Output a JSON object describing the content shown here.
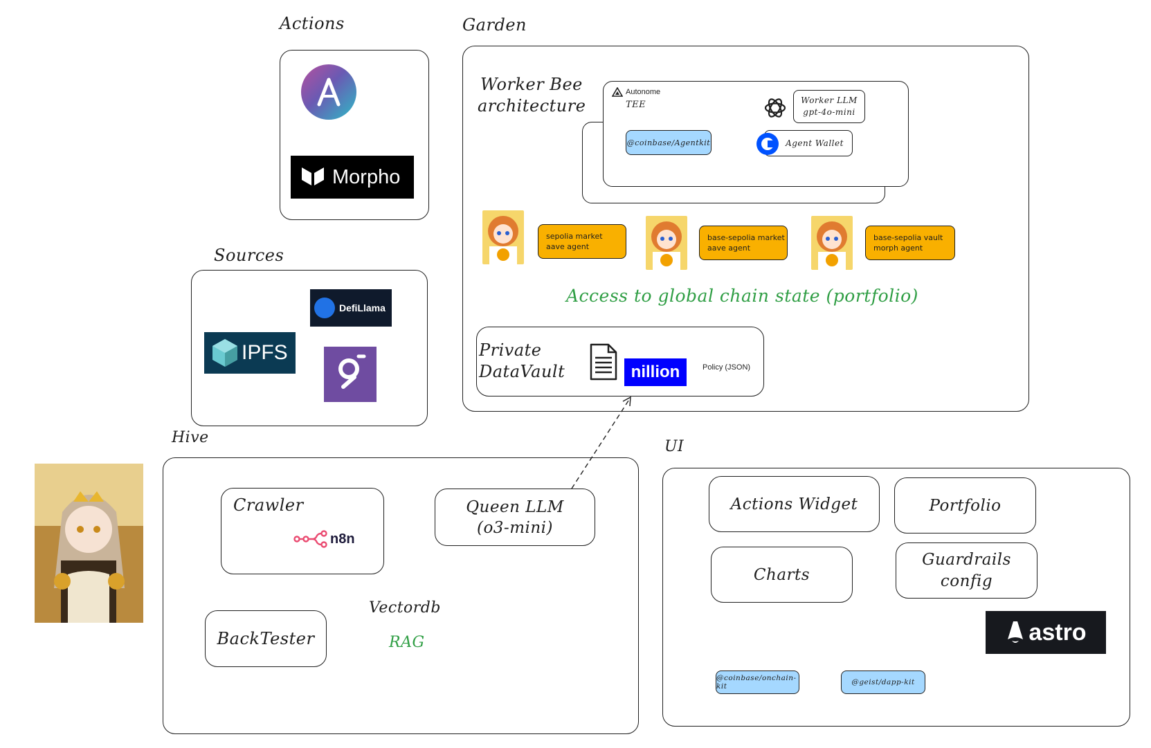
{
  "sections": {
    "actions": "Actions",
    "garden": "Garden",
    "sources": "Sources",
    "hive": "Hive",
    "ui": "UI"
  },
  "actions": {
    "morpho": "Morpho"
  },
  "sources": {
    "defillama": "DefiLlama",
    "ipfs": "IPFS"
  },
  "garden": {
    "worker_bee_line1": "Worker Bee",
    "worker_bee_line2": "architecture",
    "autonome": "Autonome",
    "tee": "TEE",
    "worker_llm_line1": "Worker LLM",
    "worker_llm_line2": "gpt-4o-mini",
    "agentkit": "@coinbase/Agentkit",
    "agent_wallet": "Agent Wallet",
    "agents": [
      {
        "line1": "sepolia market",
        "line2": "aave agent"
      },
      {
        "line1": "base-sepolia market",
        "line2": "aave agent"
      },
      {
        "line1": "base-sepolia vault",
        "line2": "morph agent"
      }
    ],
    "access_note": "Access to global chain state (portfolio)",
    "datavault_line1": "Private",
    "datavault_line2": "DataVault",
    "nillion": "nillion",
    "policy": "Policy (JSON)"
  },
  "hive": {
    "crawler": "Crawler",
    "n8n": "n8n",
    "queen_line1": "Queen LLM",
    "queen_line2": "(o3-mini)",
    "vectordb": "Vectordb",
    "rag": "RAG",
    "backtester": "BackTester"
  },
  "ui": {
    "actions_widget": "Actions Widget",
    "portfolio": "Portfolio",
    "charts": "Charts",
    "guardrails_line1": "Guardrails",
    "guardrails_line2": "config",
    "astro": "astro",
    "onchain_kit": "@coinbase/onchain-kit",
    "dapp_kit": "@geist/dapp-kit"
  },
  "colors": {
    "agent_orange": "#f9b000",
    "pill_blue": "#a5d8ff",
    "green_text": "#2f9e44",
    "nillion_blue": "#0000ff",
    "astro_bg": "#17191e",
    "ipfs_bg": "#0b3a53",
    "graph_purple": "#6f4ca1"
  },
  "icons": [
    "aave-icon",
    "morpho-icon",
    "defillama-icon",
    "ipfs-icon",
    "the-graph-icon",
    "autonome-icon",
    "openai-icon",
    "coinbase-icon",
    "document-icon",
    "n8n-icon",
    "astro-icon",
    "bee-avatar",
    "queen-bee-portrait"
  ]
}
